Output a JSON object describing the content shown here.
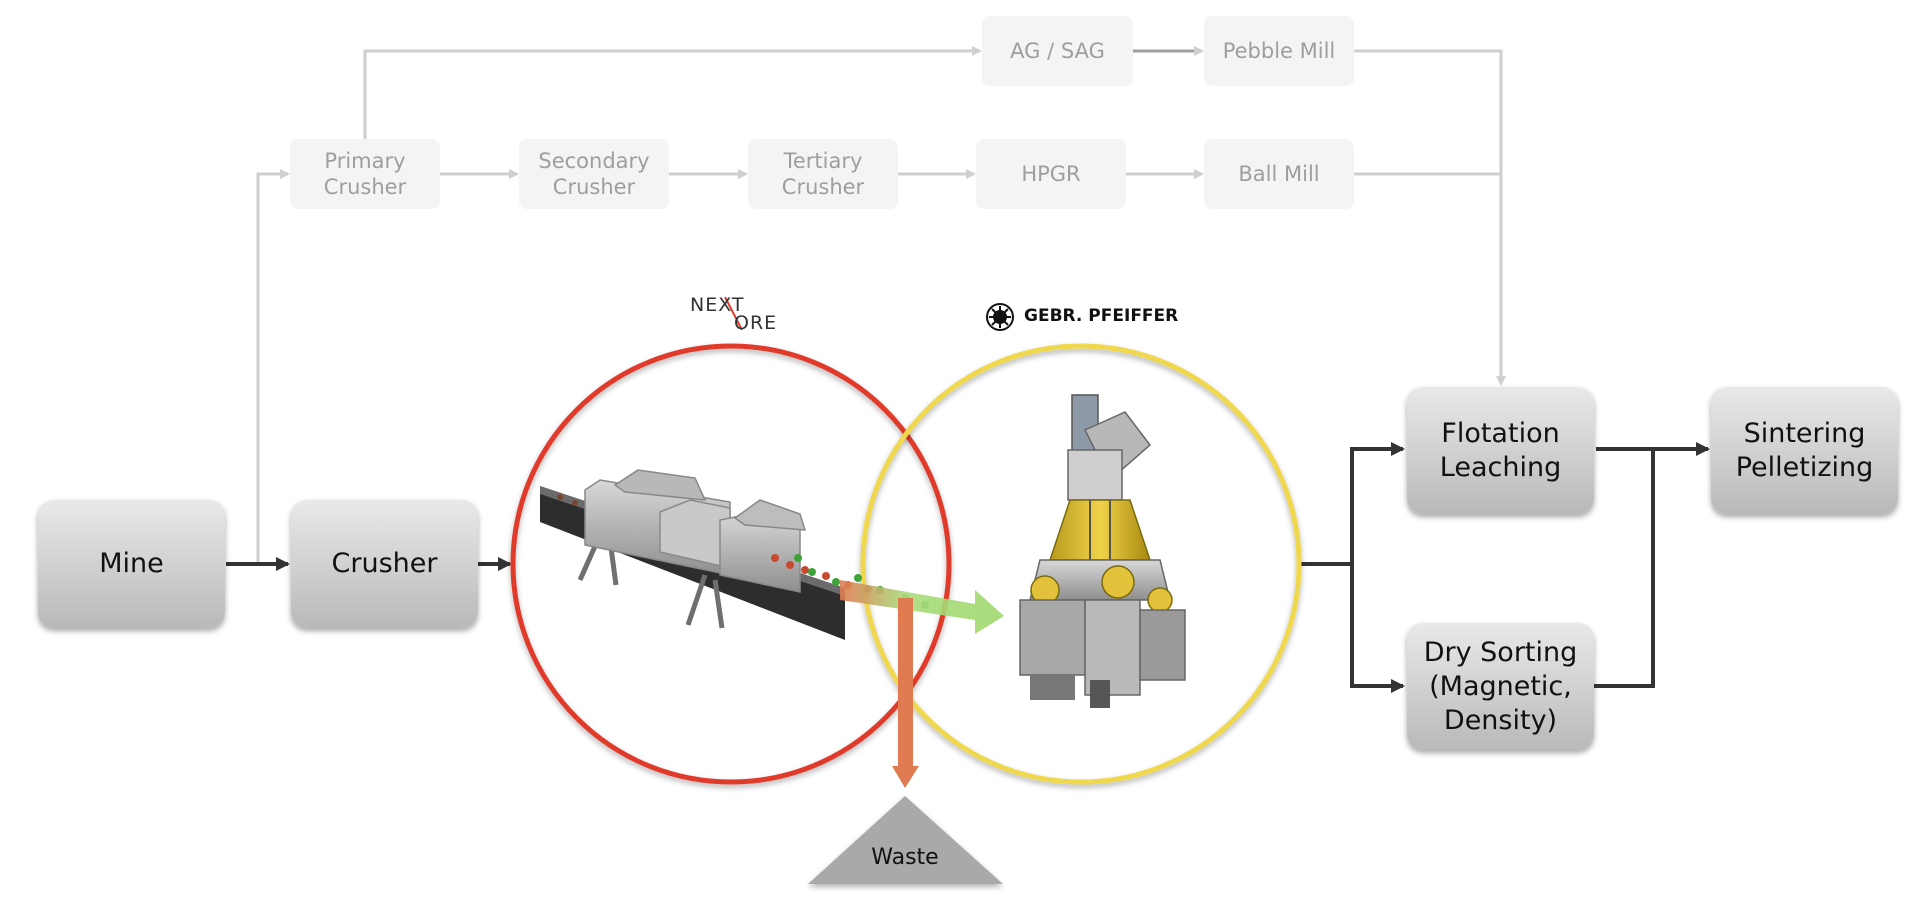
{
  "colors": {
    "faint_box": "#f4f4f4",
    "faint_text": "#9e9e9e",
    "faint_line": "#cfcfcf",
    "main_line": "#333333",
    "red_circle": "#e03a2b",
    "yellow_circle": "#efd84e",
    "waste_arrow": "#e07a50",
    "product_arrow": "#a8dc7a",
    "waste_triangle": "#a9a9a9"
  },
  "conventional": {
    "primary_crusher": "Primary\nCrusher",
    "secondary_crusher": "Secondary\nCrusher",
    "tertiary_crusher": "Tertiary\nCrusher",
    "hpgr": "HPGR",
    "ball_mill": "Ball Mill",
    "ag_sag": "AG / SAG",
    "pebble_mill": "Pebble Mill"
  },
  "process": {
    "mine": "Mine",
    "crusher": "Crusher",
    "flotation_leaching": "Flotation\nLeaching",
    "sintering_pelletizing": "Sintering\nPelletizing",
    "dry_sorting": "Dry Sorting\n(Magnetic,\nDensity)",
    "waste": "Waste"
  },
  "logos": {
    "nextore_top": "NEXT",
    "nextore_bottom": "ORE",
    "pfeiffer": "GEBR. PFEIFFER"
  },
  "icons": {
    "sorter": "ore-sorter-conveyor-icon",
    "mill": "vertical-roller-mill-icon",
    "pfeiffer_logo": "pfeiffer-emblem-icon"
  }
}
